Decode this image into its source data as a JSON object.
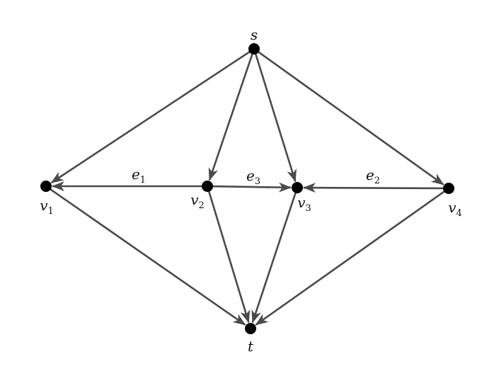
{
  "diagram": {
    "type": "directed-graph",
    "edge_color": "#4a4a4a",
    "node_color": "#000000",
    "nodes": [
      {
        "id": "s",
        "label": "s",
        "subscript": ""
      },
      {
        "id": "v1",
        "label": "v",
        "subscript": "1"
      },
      {
        "id": "v2",
        "label": "v",
        "subscript": "2"
      },
      {
        "id": "v3",
        "label": "v",
        "subscript": "3"
      },
      {
        "id": "v4",
        "label": "v",
        "subscript": "4"
      },
      {
        "id": "t",
        "label": "t",
        "subscript": ""
      }
    ],
    "edges": [
      {
        "from": "s",
        "to": "v1",
        "label": "",
        "subscript": ""
      },
      {
        "from": "s",
        "to": "v2",
        "label": "",
        "subscript": ""
      },
      {
        "from": "s",
        "to": "v3",
        "label": "",
        "subscript": ""
      },
      {
        "from": "s",
        "to": "v4",
        "label": "",
        "subscript": ""
      },
      {
        "from": "v2",
        "to": "v1",
        "label": "e",
        "subscript": "1"
      },
      {
        "from": "v2",
        "to": "v3",
        "label": "e",
        "subscript": "3"
      },
      {
        "from": "v4",
        "to": "v3",
        "label": "e",
        "subscript": "2"
      },
      {
        "from": "v1",
        "to": "t",
        "label": "",
        "subscript": ""
      },
      {
        "from": "v2",
        "to": "t",
        "label": "",
        "subscript": ""
      },
      {
        "from": "v3",
        "to": "t",
        "label": "",
        "subscript": ""
      },
      {
        "from": "v4",
        "to": "t",
        "label": "",
        "subscript": ""
      }
    ]
  }
}
